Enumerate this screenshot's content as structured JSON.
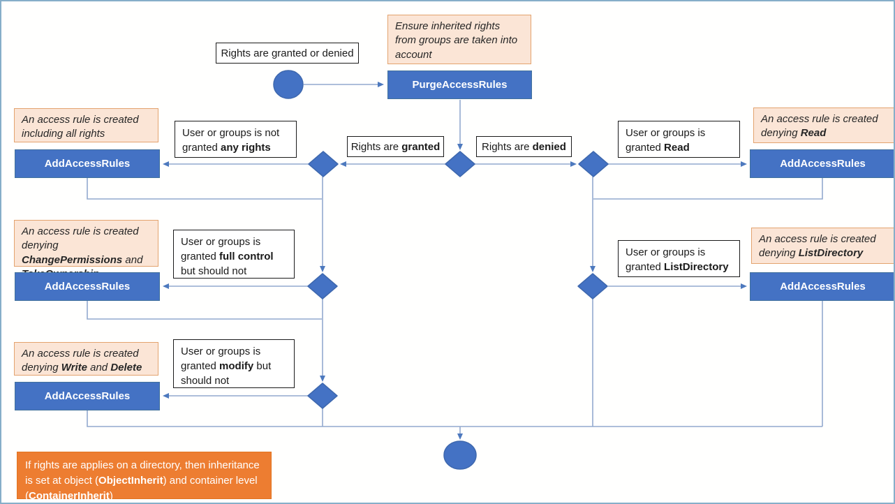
{
  "colors": {
    "node_blue": "#4472C4",
    "node_blue_border": "#41719C",
    "note_fill": "#FBE5D6",
    "note_border": "#E3A36E",
    "footer_orange": "#ED7D31",
    "connector_line": "#92A9CE",
    "frame_border": "#86AEC9"
  },
  "flow": {
    "start_caption": "Rights are granted or denied",
    "inherit_note": "Ensure inherited rights from groups are taken into account",
    "purge_action": "PurgeAccessRules",
    "granted_branch": [
      {
        "t": "Rights are "
      },
      {
        "t": "granted",
        "b": true
      }
    ],
    "denied_branch": [
      {
        "t": "Rights are "
      },
      {
        "t": "denied",
        "b": true
      }
    ],
    "left_rows": [
      {
        "note": [
          {
            "t": "An access rule is created including all rights"
          }
        ],
        "condition": [
          {
            "t": "User or groups is not granted "
          },
          {
            "t": "any rights",
            "b": true
          }
        ],
        "action": "AddAccessRules"
      },
      {
        "note": [
          {
            "t": "An access rule is created denying "
          },
          {
            "t": "ChangePermissions",
            "b": true
          },
          {
            "t": " and "
          },
          {
            "t": "TakeOwnership",
            "b": true
          }
        ],
        "condition": [
          {
            "t": "User or groups is granted "
          },
          {
            "t": "full control",
            "b": true
          },
          {
            "t": " but should not"
          }
        ],
        "action": "AddAccessRules"
      },
      {
        "note": [
          {
            "t": "An access rule is created denying "
          },
          {
            "t": "Write",
            "b": true
          },
          {
            "t": " and "
          },
          {
            "t": "Delete",
            "b": true
          }
        ],
        "condition": [
          {
            "t": "User or groups is granted "
          },
          {
            "t": "modify",
            "b": true
          },
          {
            "t": " but should not"
          }
        ],
        "action": "AddAccessRules"
      }
    ],
    "right_rows": [
      {
        "condition": [
          {
            "t": "User or groups is granted "
          },
          {
            "t": "Read",
            "b": true
          }
        ],
        "note": [
          {
            "t": "An access rule is created denying "
          },
          {
            "t": "Read",
            "b": true
          }
        ],
        "action": "AddAccessRules"
      },
      {
        "condition": [
          {
            "t": "User or groups is granted "
          },
          {
            "t": "ListDirectory",
            "b": true
          }
        ],
        "note": [
          {
            "t": "An access rule is created denying "
          },
          {
            "t": "ListDirectory",
            "b": true
          }
        ],
        "action": "AddAccessRules"
      }
    ],
    "inheritance_footer": [
      {
        "t": "If rights are applies on a directory, then inheritance is set at object ("
      },
      {
        "t": "ObjectInherit",
        "b": true
      },
      {
        "t": ") and container level ("
      },
      {
        "t": "ContainerInherit",
        "b": true
      },
      {
        "t": ")"
      }
    ]
  }
}
